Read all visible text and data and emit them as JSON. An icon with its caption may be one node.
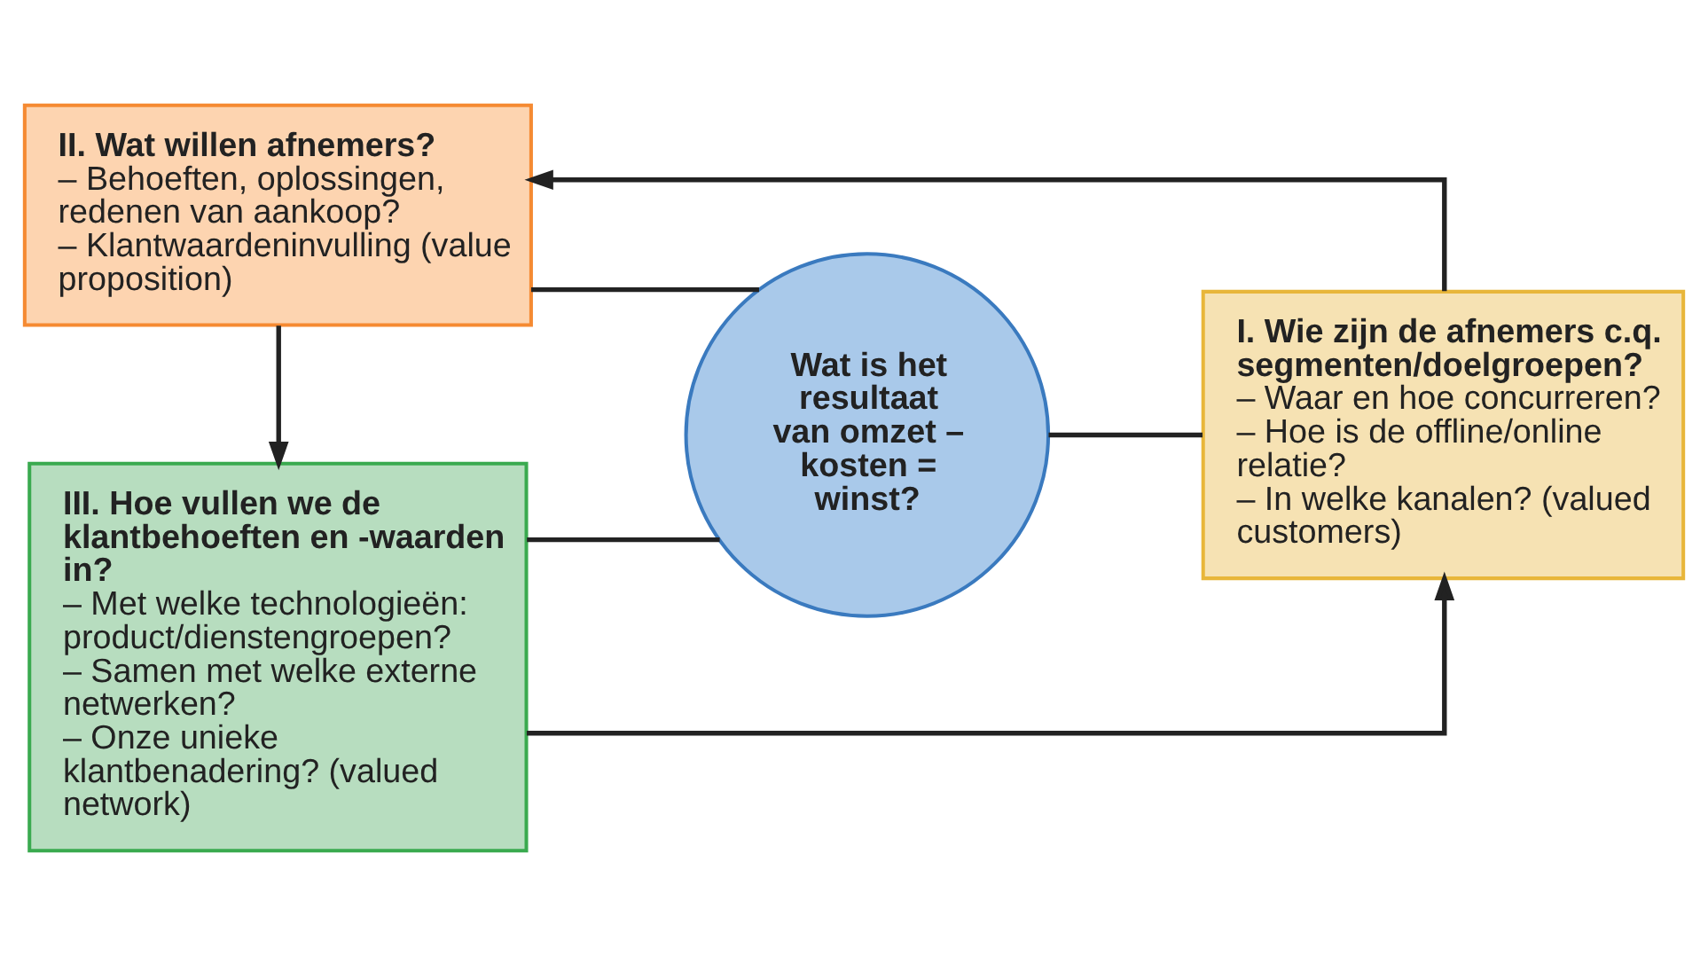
{
  "diagram": {
    "nodes": [
      {
        "text": [
          "II. Wat willen afnemers?",
          "– Behoeften, oplossingen, redenen van aankoop?",
          "– Klantwaardeninvulling (value proposition)"
        ]
      },
      {
        "text": [
          "Wat is het resultaat van omzet – kosten = winst?"
        ]
      },
      {
        "text": [
          "I. Wie zijn de afnemers c.q. segmenten/doelgroepen?",
          "– Waar en hoe concurreren?",
          "– Hoe is de offline/online relatie?",
          "– In welke kanalen? (valued customers)"
        ]
      },
      {
        "text": [
          "III. Hoe vullen we de klantbehoeften en -waarden in?",
          "– Met welke technologieën: product/dienstengroepen?",
          "– Samen met welke externe netwerken?",
          "– Onze unieke klantbenadering? (valued network)"
        ]
      }
    ],
    "edges": [
      {
        "from": 2,
        "to": 0,
        "arrow": "to"
      },
      {
        "from": 0,
        "to": 3,
        "arrow": "to"
      },
      {
        "from": 3,
        "to": 2,
        "arrow": "to"
      },
      {
        "from": 0,
        "to": 1,
        "arrow": "none"
      },
      {
        "from": 1,
        "to": 2,
        "arrow": "none"
      },
      {
        "from": 3,
        "to": 1,
        "arrow": "none"
      }
    ]
  }
}
